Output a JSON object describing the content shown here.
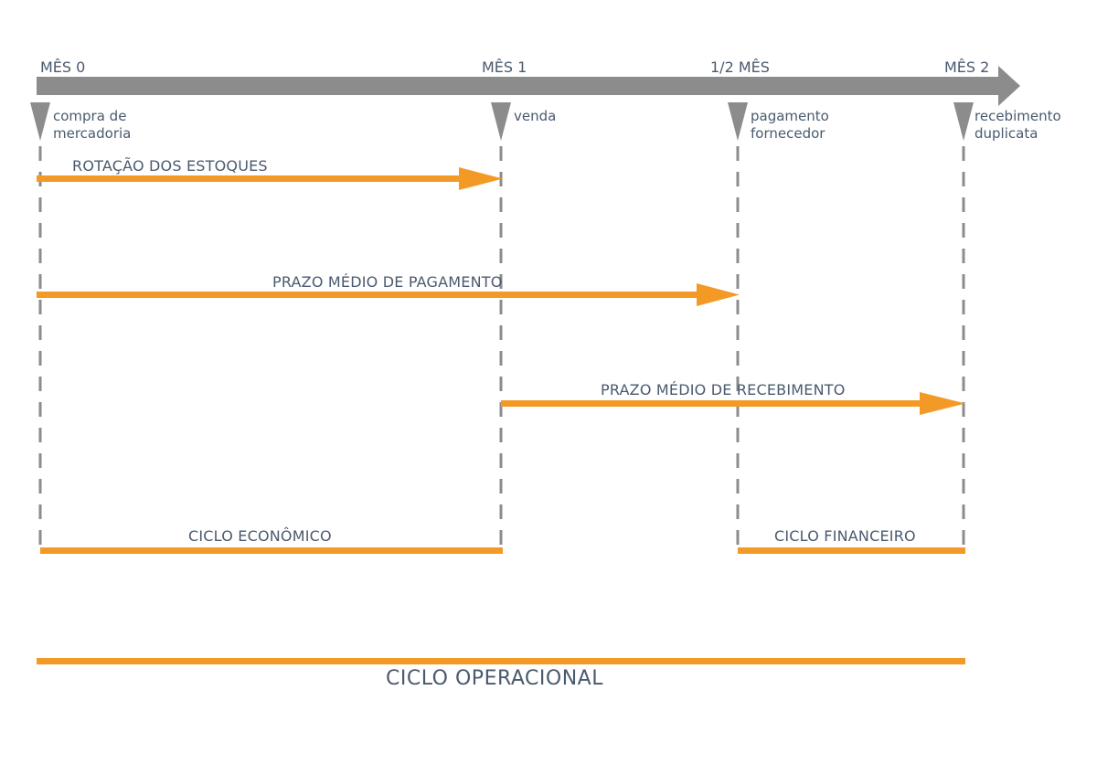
{
  "timeline": {
    "months": [
      "MÊS 0",
      "MÊS 1",
      "1/2 MÊS",
      "MÊS 2"
    ],
    "events": [
      {
        "line1": "compra de",
        "line2": "mercadoria"
      },
      {
        "line1": "venda",
        "line2": ""
      },
      {
        "line1": "pagamento",
        "line2": "fornecedor"
      },
      {
        "line1": "recebimento",
        "line2": "duplicata"
      }
    ]
  },
  "periods": {
    "rotacao": "ROTAÇÃO DOS ESTOQUES",
    "pagamento": "PRAZO MÉDIO DE PAGAMENTO",
    "recebimento": "PRAZO MÉDIO DE RECEBIMENTO",
    "economico": "CICLO ECONÔMICO",
    "financeiro": "CICLO FINANCEIRO",
    "operacional": "CICLO OPERACIONAL"
  },
  "colors": {
    "axis": "#8c8c8c",
    "bar": "#f39a26",
    "text": "#4a5a6e"
  }
}
